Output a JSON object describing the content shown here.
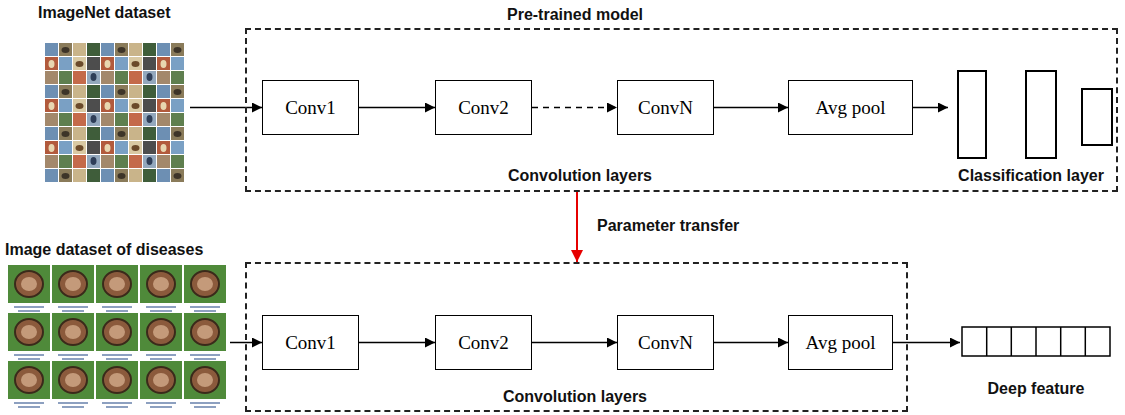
{
  "diagram": {
    "nodes": [
      {
        "text": [
          "ImageNet dataset"
        ]
      },
      {
        "text": [
          "Pre-trained model",
          "Convolution layers"
        ]
      },
      {
        "text": [
          "Conv1"
        ],
        "in": 1
      },
      {
        "text": [
          "Conv2"
        ],
        "in": 1
      },
      {
        "text": [
          "ConvN"
        ],
        "in": 1
      },
      {
        "text": [
          "Avg pool"
        ],
        "in": 1
      },
      {
        "text": [
          "Classification layer"
        ],
        "in": 1
      },
      {
        "text": [
          "Image dataset of diseases"
        ]
      },
      {
        "text": [
          "Convolution layers"
        ]
      },
      {
        "text": [
          "Conv1"
        ],
        "in": 8
      },
      {
        "text": [
          "Conv2"
        ],
        "in": 8
      },
      {
        "text": [
          "ConvN"
        ],
        "in": 8
      },
      {
        "text": [
          "Avg pool"
        ],
        "in": 8
      },
      {
        "text": [
          "Deep feature"
        ]
      }
    ],
    "edges": [
      {
        "from": 0,
        "to": 2,
        "arrow": "to"
      },
      {
        "from": 2,
        "to": 3,
        "arrow": "to"
      },
      {
        "from": 3,
        "to": 4,
        "arrow": "to"
      },
      {
        "from": 4,
        "to": 5,
        "arrow": "to"
      },
      {
        "from": 5,
        "to": 6,
        "arrow": "to"
      },
      {
        "from": 1,
        "to": 8,
        "label": "Parameter transfer",
        "arrow": "to"
      },
      {
        "from": 7,
        "to": 9,
        "arrow": "to"
      },
      {
        "from": 9,
        "to": 10,
        "arrow": "to"
      },
      {
        "from": 10,
        "to": 11,
        "arrow": "to"
      },
      {
        "from": 11,
        "to": 12,
        "arrow": "to"
      },
      {
        "from": 12,
        "to": 13,
        "arrow": "to"
      }
    ]
  }
}
